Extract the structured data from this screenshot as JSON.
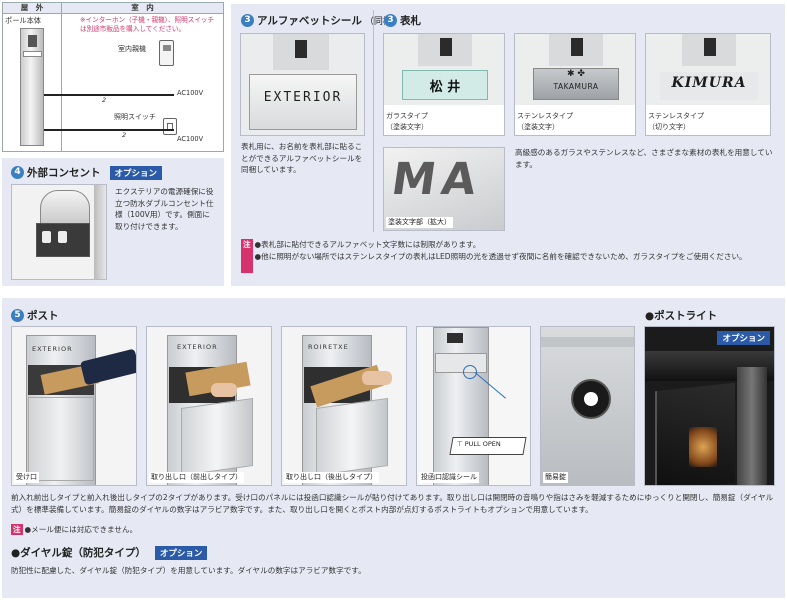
{
  "wiring": {
    "col_outdoor": "屋　外",
    "col_indoor": "室　内",
    "pole_label": "ポール本体",
    "note": "※インターホン（子機・親機）、照明スイッチは別途市販品を購入してください。",
    "master_label": "室内親機",
    "switch_label": "照明スイッチ",
    "ac1": "AC100V",
    "ac2": "AC100V",
    "wire1": "2",
    "wire2": "2"
  },
  "outlet": {
    "num": "4",
    "title": "外部コンセント",
    "option": "オプション",
    "desc": "エクステリアの電源確保に役立つ防水ダブルコンセント仕様（100V用）です。側面に取り付けできます。"
  },
  "sticker": {
    "num": "3",
    "title": "アルファベットシール",
    "title_sub": "（同梱）",
    "plate_text": "EXTERIOR",
    "desc": "表札用に、お名前を表札部に貼ることができるアルファベットシールを同梱しています。"
  },
  "nameplate": {
    "num": "3",
    "title": "表札",
    "items": [
      {
        "caption1": "ガラスタイプ",
        "caption2": "（塗装文字）",
        "plate": "松 井"
      },
      {
        "caption1": "ステンレスタイプ",
        "caption2": "（塗装文字）",
        "plate": "TAKAMURA"
      },
      {
        "caption1": "ステンレスタイプ",
        "caption2": "（切り文字）",
        "plate": "KIMURA"
      }
    ],
    "desc": "高級感のあるガラスやステンレスなど、さまざまな素材の表札を用意しています。",
    "zoom_caption": "塗装文字部（拡大）",
    "zoom_text": "MA",
    "note_tag": "注",
    "note1": "●表札部に貼付できるアルファベット文字数には制限があります。",
    "note2": "●他に照明がない場所ではステンレスタイプの表札はLED照明の光を透過せず夜間に名前を確認できないため、ガラスタイプをご使用ください。"
  },
  "post": {
    "num": "5",
    "title": "ポスト",
    "photos": [
      {
        "caption": "受け口"
      },
      {
        "caption": "取り出し口（前出しタイプ）"
      },
      {
        "caption": "取り出し口（後出しタイプ）"
      },
      {
        "caption": "投函口認識シール"
      },
      {
        "caption": "簡易錠"
      }
    ],
    "plate_front": "EXTERIOR",
    "plate_back": "EXTERIOR",
    "plate_back2": "ROIRETXE",
    "pull_open": "PULL OPEN",
    "desc": "前入れ前出しタイプと前入れ後出しタイプの2タイプがあります。受け口のパネルには投函口認識シールが貼り付けてあります。取り出し口は開閉時の音鳴りや指はさみを軽減するためにゆっくりと開閉し、簡易錠（ダイヤル式）を標準装備しています。簡易錠のダイヤルの数字はアラビア数字です。また、取り出し口を開くとポスト内部が点灯するポストライトもオプションで用意しています。",
    "note_tag": "注",
    "note": "●メール便には対応できません。"
  },
  "postlight": {
    "title": "●ポストライト",
    "option": "オプション"
  },
  "dial": {
    "title": "●ダイヤル錠（防犯タイプ）",
    "option": "オプション",
    "desc": "防犯性に配慮した、ダイヤル錠（防犯タイプ）を用意しています。ダイヤルの数字はアラビア数字です。"
  }
}
